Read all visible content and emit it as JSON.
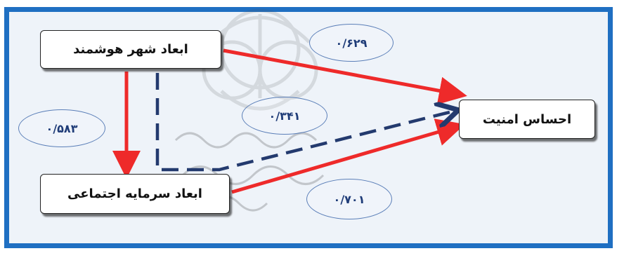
{
  "nodes": {
    "smart_city": "ابعاد شهر هوشمند",
    "social_capital": "ابعاد سرمایه اجتماعی",
    "security": "احساس امنیت"
  },
  "coefficients": {
    "smart_to_security": "۰/۶۲۹",
    "smart_to_social": "۰/۵۸۳",
    "indirect": "۰/۳۴۱",
    "social_to_security": "۰/۷۰۱"
  },
  "colors": {
    "frame": "#1f6fc2",
    "direct_path": "#ee2a2a",
    "indirect_path": "#233a6e",
    "background": "#eef3f9"
  }
}
